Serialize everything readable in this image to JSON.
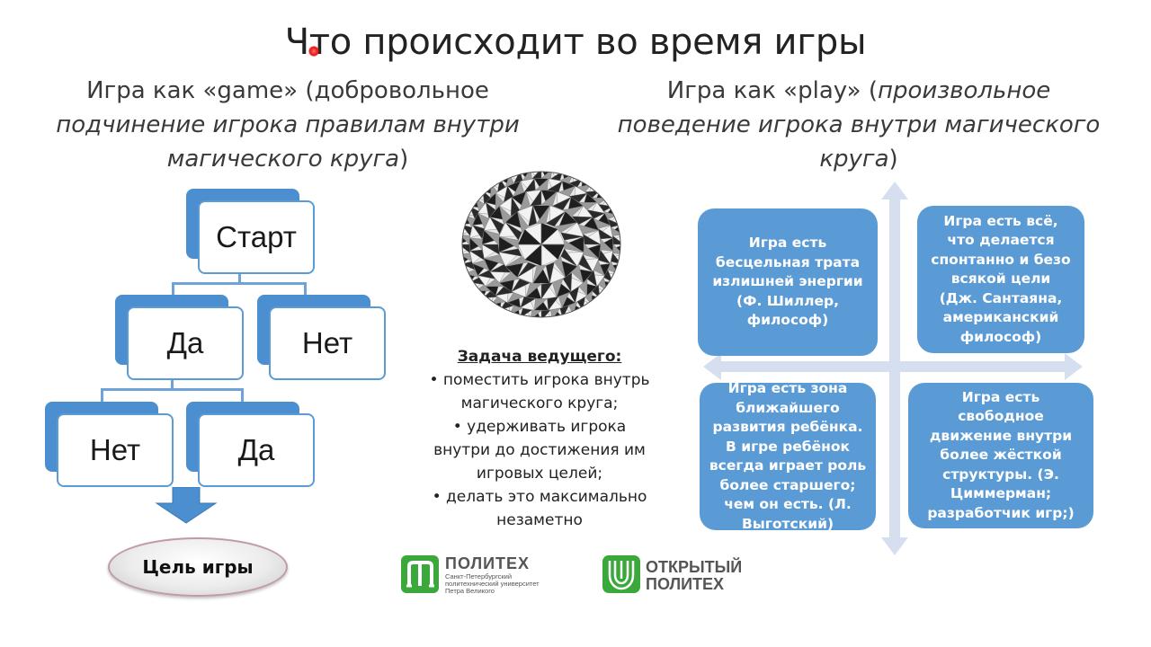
{
  "slide": {
    "title": "Что происходит во время игры"
  },
  "left_heading": {
    "strong": "Игра как «game»",
    "line1_rest": " (добровольное",
    "line2": "подчинение игрока правилам внутри",
    "line3": "магического круга",
    "line3_end": ")"
  },
  "right_heading": {
    "strong": "Игра как «play»",
    "line1_paren": " (",
    "line1_rest": "произвольное",
    "line2": "поведение игрока внутри магического",
    "line3": "круга",
    "line3_end": ")"
  },
  "flowchart": {
    "start": "Старт",
    "yes_1": "Да",
    "no_1": "Нет",
    "no_2": "Нет",
    "yes_2": "Да",
    "goal": "Цель игры"
  },
  "task": {
    "title": "Задача ведущего:",
    "items": [
      "• поместить игрока внутрь магического круга;",
      "• удерживать игрока внутри до достижения им игровых целей;",
      "• делать это максимально незаметно"
    ]
  },
  "quadrants": {
    "top_left": "Игра есть бесцельная трата излишней энергии (Ф. Шиллер, философ)",
    "top_right": "Игра есть всё, что делается спонтанно и безо всякой цели (Дж. Сантаяна, американский философ)",
    "bottom_left": "Игра есть зона ближайшего развития ребёнка. В игре ребёнок всегда играет роль более старшего; чем он есть. (Л. Выготский)",
    "bottom_right": "Игра есть свободное движение внутри более жёсткой структуры. (Э. Циммерман; разработчик игр;)"
  },
  "logos": {
    "polytech_name": "ПОЛИТЕХ",
    "polytech_sub1": "Санкт-Петербургский",
    "polytech_sub2": "политехнический университет",
    "polytech_sub3": "Петра Великого",
    "open_line1": "ОТКРЫТЫЙ",
    "open_line2": "ПОЛИТЕХ"
  },
  "colors": {
    "accent_blue": "#5b9bd5",
    "logo_green": "#3aa83a",
    "logo_grey": "#555555"
  }
}
